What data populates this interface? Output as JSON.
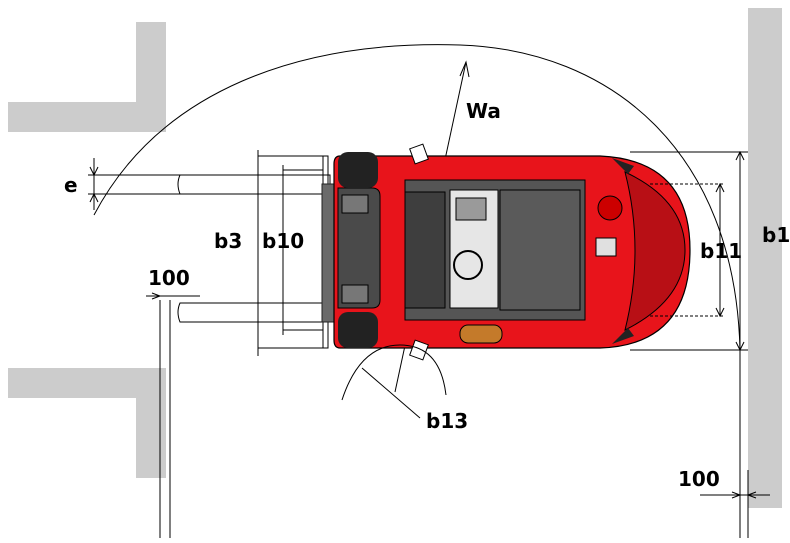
{
  "labels": {
    "wa": "Wa",
    "e": "e",
    "b3": "b3",
    "b10": "b10",
    "b11": "b11",
    "b1": "b1",
    "b13": "b13",
    "clearance_left": "100",
    "clearance_right": "100"
  },
  "colors": {
    "wall": "#cccccc",
    "truck_body": "#e8141b",
    "truck_dark": "#4a4a4a",
    "cab_roof": "#555555",
    "line": "#000000"
  }
}
